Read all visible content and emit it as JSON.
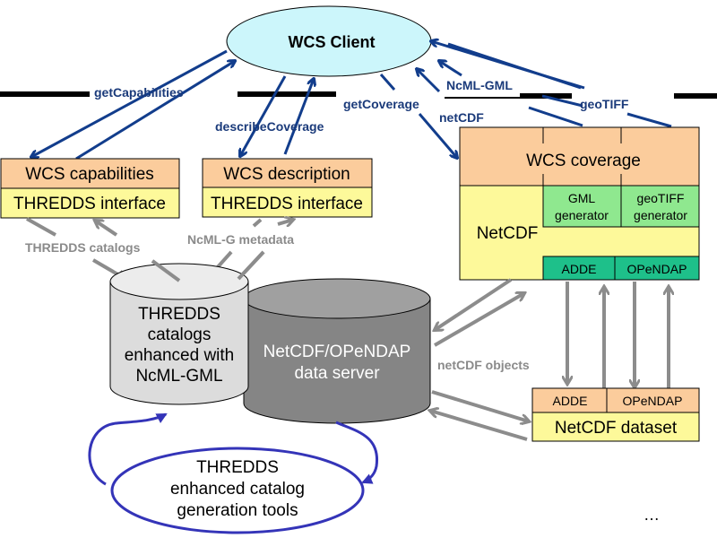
{
  "title": "WCS / THREDDS architecture diagram",
  "colors": {
    "client_fill": "#ccf6fb",
    "wcs_box": "#fbcc9c",
    "thredds_box": "#fdf99a",
    "generator_box": "#8fe88f",
    "protocol_box": "#1ec08a",
    "arrow_blue": "#123d8c",
    "arrow_gray": "#8c8c8c",
    "loop_blue": "#3434b8",
    "cyl_light": "#dcdcdc",
    "cyl_dark": "#858585"
  },
  "client": {
    "label": "WCS Client"
  },
  "requests": {
    "get_capabilities": "getCapabilities",
    "describe_coverage": "describeCoverage",
    "get_coverage": "getCoverage",
    "ncml_gml": "NcML-GML",
    "net_cdf": "netCDF",
    "geotiff": "geoTIFF"
  },
  "capabilities_box": {
    "top": "WCS capabilities",
    "bottom": "THREDDS interface"
  },
  "description_box": {
    "top": "WCS description",
    "bottom": "THREDDS interface"
  },
  "coverage_box": {
    "title": "WCS coverage",
    "netcdf": "NetCDF",
    "gml_gen_1": "GML",
    "gml_gen_2": "generator",
    "tiff_gen_1": "geoTIFF",
    "tiff_gen_2": "generator",
    "adde": "ADDE",
    "opendap": "OPeNDAP"
  },
  "gray_labels": {
    "thredds_catalogs": "THREDDS catalogs",
    "ncml_g_metadata": "NcML-G metadata",
    "netcdf_objects": "netCDF objects"
  },
  "catalog_cylinder": {
    "lines": [
      "THREDDS",
      "catalogs",
      "enhanced with",
      "NcML-GML"
    ]
  },
  "server_cylinder": {
    "lines": [
      "NetCDF/OPeNDAP",
      "data server"
    ]
  },
  "dataset_box": {
    "adde": "ADDE",
    "opendap": "OPeNDAP",
    "label": "NetCDF dataset"
  },
  "tools_ellipse": {
    "lines": [
      "THREDDS",
      "enhanced catalog",
      "generation tools"
    ]
  },
  "ellipsis": "…"
}
